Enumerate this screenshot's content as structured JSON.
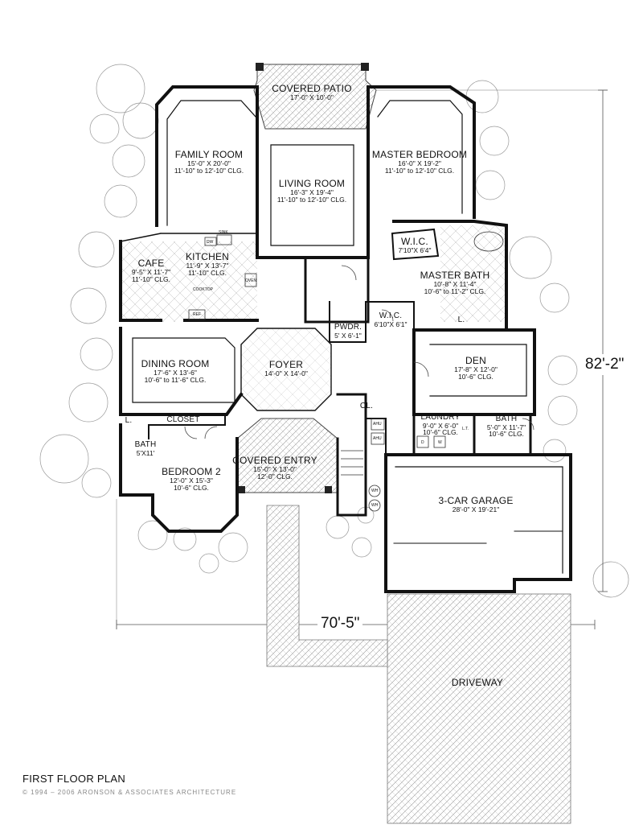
{
  "plan_title": "FIRST FLOOR PLAN",
  "copyright": "© 1994 – 2006 ARONSON & ASSOCIATES ARCHITECTURE",
  "overall_width": "70'-5\"",
  "overall_depth": "82'-2\"",
  "rooms": {
    "covered_patio": {
      "name": "COVERED PATIO",
      "d1": "17'-0\" X 10'-0\""
    },
    "family_room": {
      "name": "FAMILY ROOM",
      "d1": "15'-0\" X 20'-0\"",
      "d2": "11'-10\" to 12'-10\" CLG."
    },
    "living_room": {
      "name": "LIVING ROOM",
      "d1": "16'-3\" X 19'-4\"",
      "d2": "11'-10\" to 12'-10\" CLG."
    },
    "master_bedroom": {
      "name": "MASTER BEDROOM",
      "d1": "16'-0\" X 19'-2\"",
      "d2": "11'-10\" to 12'-10\" CLG."
    },
    "kitchen": {
      "name": "KITCHEN",
      "d1": "11'-9\" X 13'-7\"",
      "d2": "11'-10\" CLG."
    },
    "cafe": {
      "name": "CAFE",
      "d1": "9'-5\" X 11'-7\"",
      "d2": "11'-10\" CLG."
    },
    "wic1": {
      "name": "W.I.C.",
      "d1": "7'10\"X 6'4\""
    },
    "master_bath": {
      "name": "MASTER BATH",
      "d1": "10'-8\" X 11'-4\"",
      "d2": "10'-6\" to 11'-2\" CLG."
    },
    "wic2": {
      "name": "W.I.C.",
      "d1": "6'10\"X 6'1\""
    },
    "pwdr": {
      "name": "PWDR.",
      "d1": "5' X 6'-1\""
    },
    "dining_room": {
      "name": "DINING ROOM",
      "d1": "17'-6\" X 13'-6\"",
      "d2": "10'-6\" to 11'-6\" CLG."
    },
    "foyer": {
      "name": "FOYER",
      "d1": "14'-0\" X 14'-0\""
    },
    "den": {
      "name": "DEN",
      "d1": "17'-8\" X 12'-0\"",
      "d2": "10'-6\" CLG."
    },
    "closet": {
      "name": "CLOSET"
    },
    "l1": {
      "name": "L."
    },
    "l2": {
      "name": "L."
    },
    "cl": {
      "name": "CL."
    },
    "laundry": {
      "name": "LAUNDRY",
      "d1": "9'-0\" X 6'-0\"",
      "d2": "10'-6\" CLG."
    },
    "bath2": {
      "name": "BATH",
      "d1": "5'-0\" X 11'-7\"",
      "d2": "10'-6\" CLG."
    },
    "bath1": {
      "name": "BATH",
      "d1": "5'X11'"
    },
    "bedroom2": {
      "name": "BEDROOM 2",
      "d1": "12'-0\" X 15'-3\"",
      "d2": "10'-6\" CLG."
    },
    "covered_entry": {
      "name": "COVERED ENTRY",
      "d1": "15'-0\" X 13'-0\"",
      "d2": "12'-0\" CLG."
    },
    "garage": {
      "name": "3-CAR GARAGE",
      "d1": "28'-0\" X 19'-21\""
    },
    "driveway": {
      "name": "DRIVEWAY"
    }
  },
  "fixtures": {
    "dw": "DW",
    "sink": "SINK",
    "oven": "OVEN",
    "cooktop": "COOKTOP",
    "ref": "REF",
    "ahu": "AHU",
    "wh": "WH",
    "lt": "L.T.",
    "d": "D",
    "w": "W"
  }
}
